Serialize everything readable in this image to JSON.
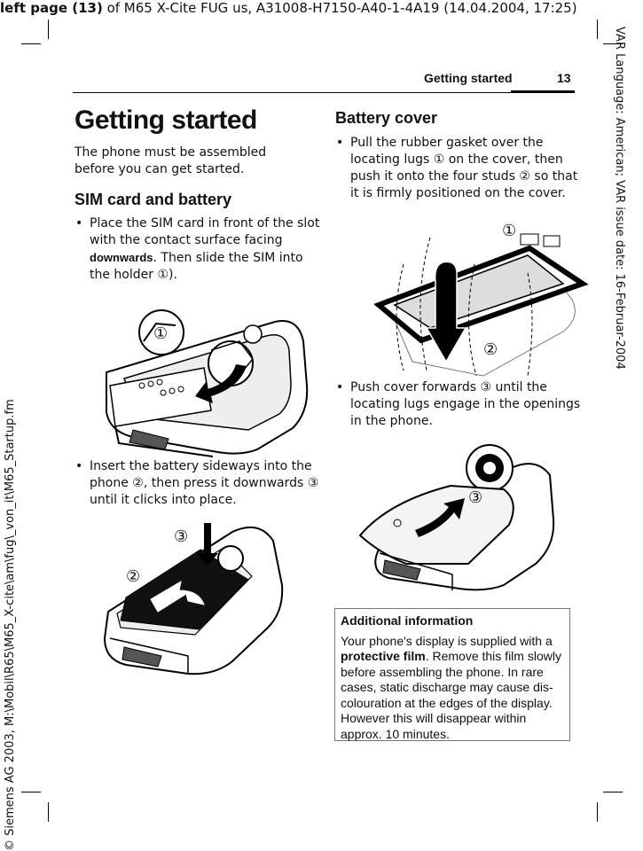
{
  "topline": {
    "bold": "left page (13)",
    "rest": " of M65 X-Cite FUG us, A31008-H7150-A40-1-4A19 (14.04.2004, 17:25)"
  },
  "side_right": "VAR Language: American; VAR issue date: 16-Februar-2004",
  "side_left": "© Siemens AG 2003, M:\\Mobil\\R65\\M65_X-cite\\am\\fug\\_von_it\\M65_Startup.fm",
  "header": {
    "section": "Getting started",
    "page": "13"
  },
  "title": "Getting started",
  "intro": "The phone must be assembled before you can get started.",
  "sim": {
    "heading": "SIM card and battery",
    "bullet1_pre": "Place the SIM card in front of the slot with the contact surface facing ",
    "bullet1_bold": "downwards",
    "bullet1_post": ". Then slide the SIM into the holder ①).",
    "bullet2": "Insert the battery sideways into the phone ②, then press it downwards ③ until it clicks into place."
  },
  "cover": {
    "heading": "Battery cover",
    "bullet1": "Pull the rubber gasket over the locating lugs ① on the cover, then push it onto the four studs ② so that it is firmly positioned on the cover.",
    "bullet2": "Push cover forwards ③ until the locating lugs engage in the openings in the phone."
  },
  "markers": {
    "one": "①",
    "two": "②",
    "three": "③"
  },
  "info": {
    "title": "Additional information",
    "pre": "Your phone's display is supplied with a ",
    "bold": "protective film",
    "post": ". Remove this film slowly before assembling the phone. In rare cases, static discharge may cause dis-colouration at the edges of the display. However this will disappear within approx. 10 minutes."
  }
}
